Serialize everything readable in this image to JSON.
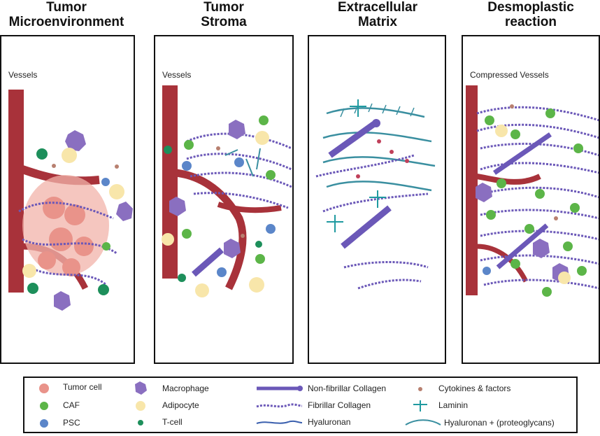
{
  "titles": {
    "p1": [
      "Tumor",
      "Microenvironment"
    ],
    "p2": [
      "Tumor",
      "Stroma"
    ],
    "p3": [
      "Extracellular",
      "Matrix"
    ],
    "p4": [
      "Desmoplastic",
      "reaction"
    ]
  },
  "panels": {
    "p1_vessel_label": "Vessels",
    "p2_vessel_label": "Vessels",
    "p4_vessel_label": "Compressed Vessels"
  },
  "legend": {
    "tumor_cell": "Tumor cell",
    "caf": "CAF",
    "psc": "PSC",
    "macrophage": "Macrophage",
    "adipocyte": "Adipocyte",
    "t_cell": "T-cell",
    "non_fibrillar_collagen": "Non-fibrillar Collagen",
    "fibrillar_collagen": "Fibrillar Collagen",
    "hyaluronan": "Hyaluronan",
    "cytokines": "Cytokines & factors",
    "laminin": "Laminin",
    "hyaluronan_proteoglycans": "Hyaluronan + (proteoglycans)"
  },
  "colors": {
    "vessel": "#a8323a",
    "tumor": "#e9938a",
    "caf": "#5cb548",
    "psc": "#5b86c9",
    "macrophage": "#8a6fc0",
    "adipocyte": "#f8e6aa",
    "collagen": "#6b58b8",
    "hyaluronan": "#3a5fae",
    "laminin": "#1f9aa0",
    "cytokine": "#b88070"
  }
}
